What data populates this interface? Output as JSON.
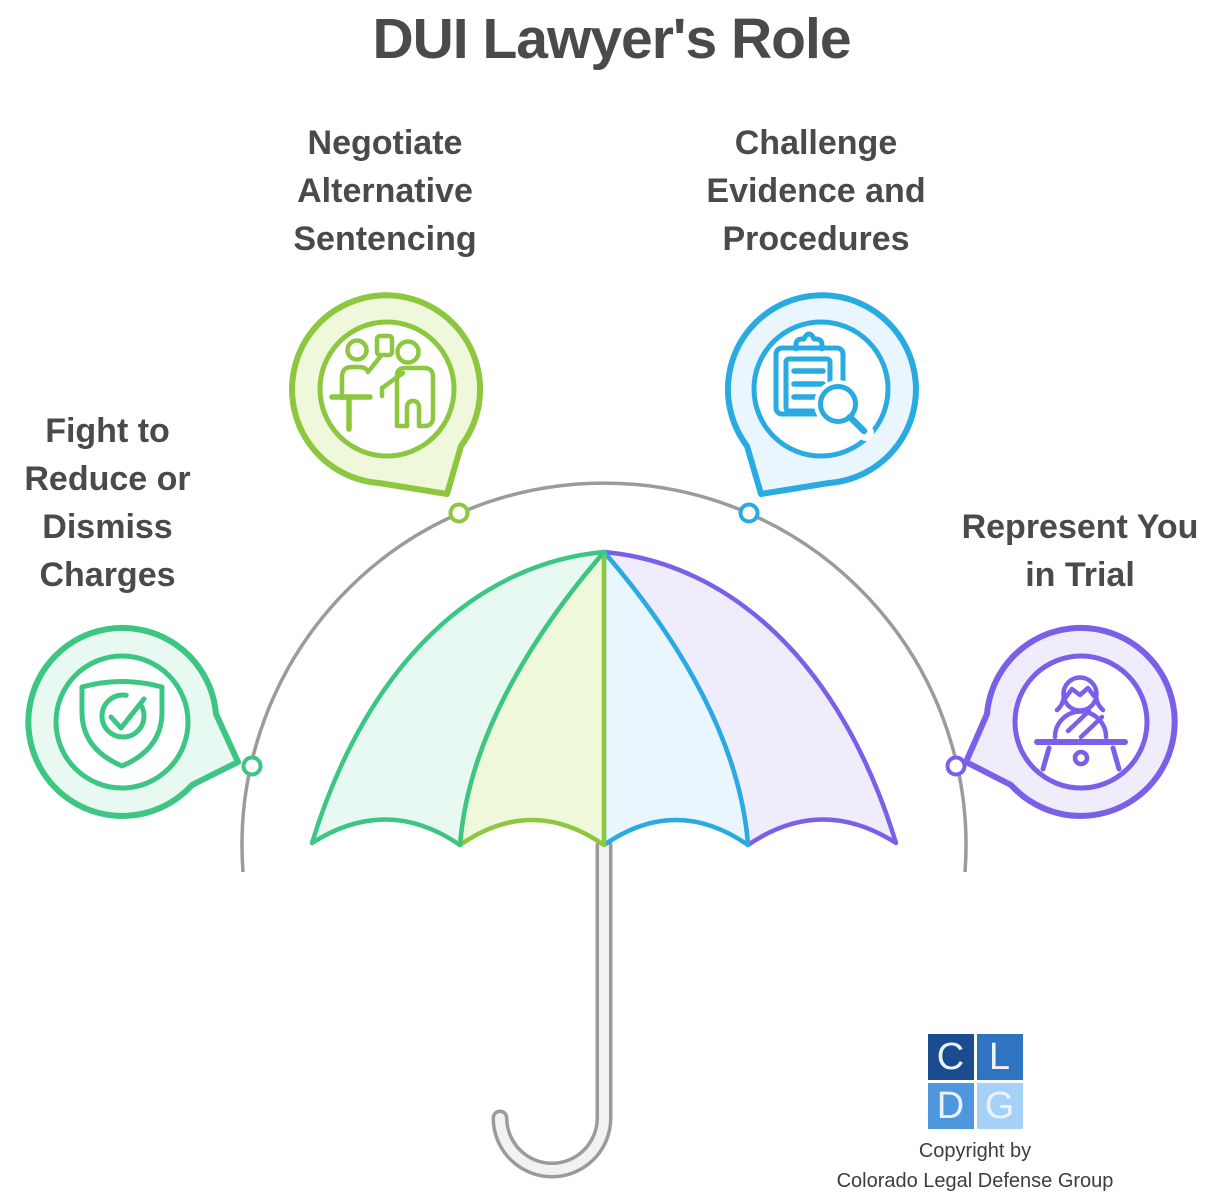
{
  "title": "DUI Lawyer's Role",
  "items": [
    {
      "label": "Fight to\nReduce or\nDismiss\nCharges",
      "icon": "shield-check",
      "color": "#3DC583"
    },
    {
      "label": "Negotiate\nAlternative\nSentencing",
      "icon": "negotiation",
      "color": "#8DC63F"
    },
    {
      "label": "Challenge\nEvidence and\nProcedures",
      "icon": "clipboard-search",
      "color": "#29ABE2"
    },
    {
      "label": "Represent You\nin Trial",
      "icon": "witness-stand",
      "color": "#7A5FE8"
    }
  ],
  "colors": {
    "green": "#3DC583",
    "lime": "#8DC63F",
    "blue": "#29ABE2",
    "purple": "#7A5FE8",
    "greenFill": "#E7F9F0",
    "limeFill": "#F0F8DC",
    "blueFill": "#E9F6FD",
    "purpleFill": "#EFECFB",
    "gray": "#9B9B9B",
    "handleFill": "#F2F2F2",
    "text": "#4A4A4A",
    "copyright": "#3D3D3D",
    "logo1": "#1B4C8F",
    "logo2": "#2E74C0",
    "logo3": "#4E97DF",
    "logo4": "#A5D1F6",
    "logoLetter": "#EAF2FB"
  },
  "footer": {
    "logo_letters": [
      "C",
      "L",
      "D",
      "G"
    ],
    "copyright_line1": "Copyright by",
    "copyright_line2": "Colorado Legal Defense Group"
  }
}
